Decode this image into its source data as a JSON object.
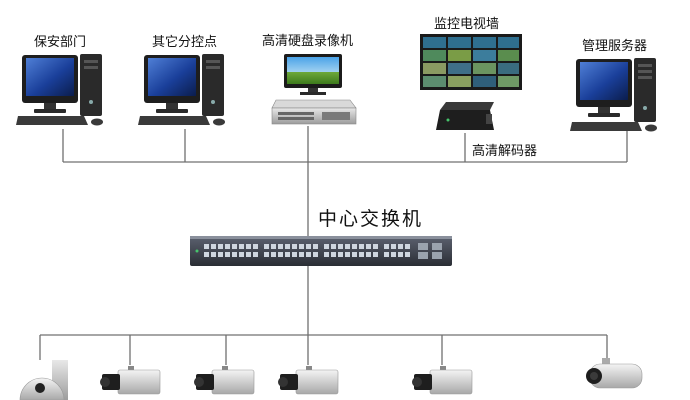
{
  "labels": {
    "security_dept": "保安部门",
    "other_control": "其它分控点",
    "hd_nvr": "高清硬盘录像机",
    "video_wall": "监控电视墙",
    "mgmt_server": "管理服务器",
    "hd_decoder": "高清解码器",
    "core_switch": "中心交换机"
  },
  "colors": {
    "line": "#707070",
    "monitor_frame": "#1e1e1e",
    "screen_blue": "#1a3f9a",
    "tower": "#2a2a2a",
    "camera_body": "#d8d8d8",
    "switch_body": "#3a3e47",
    "wall_tile": "#2f6f8f"
  },
  "icons": [
    "pc-workstation-icon",
    "tv-monitor-icon",
    "nvr-icon",
    "video-wall-icon",
    "decoder-icon",
    "network-switch-icon",
    "dome-camera-icon",
    "box-camera-icon",
    "bullet-camera-icon"
  ]
}
